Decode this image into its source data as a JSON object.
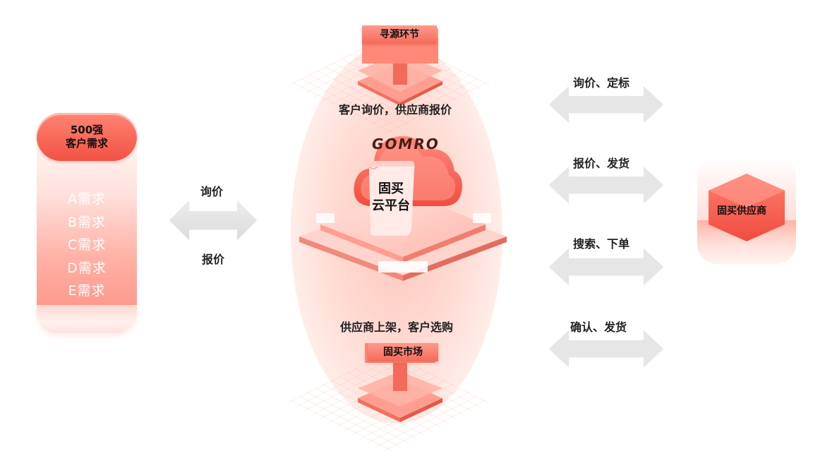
{
  "customer": {
    "title_line1": "500强",
    "title_line2": "客户需求",
    "requirements": [
      "A需求",
      "B需求",
      "C需求",
      "D需求",
      "E需求"
    ]
  },
  "left_arrow": {
    "top_label": "询价",
    "bottom_label": "报价"
  },
  "platform": {
    "sourcing_tag": "寻源环节",
    "sourcing_desc": "客户询价，供应商报价",
    "logo_text": "GOMRO",
    "name_line1": "固买",
    "name_line2": "云平台",
    "market_desc": "供应商上架，客户选购",
    "market_tag": "固买市场"
  },
  "right_arrows": [
    {
      "label": "询价、定标"
    },
    {
      "label": "报价、发货"
    },
    {
      "label": "搜索、下单"
    },
    {
      "label": "确认、发货"
    }
  ],
  "supplier": {
    "label": "固买供应商"
  },
  "colors": {
    "accent": "#f15244",
    "arrow": "#e4e4e4"
  }
}
